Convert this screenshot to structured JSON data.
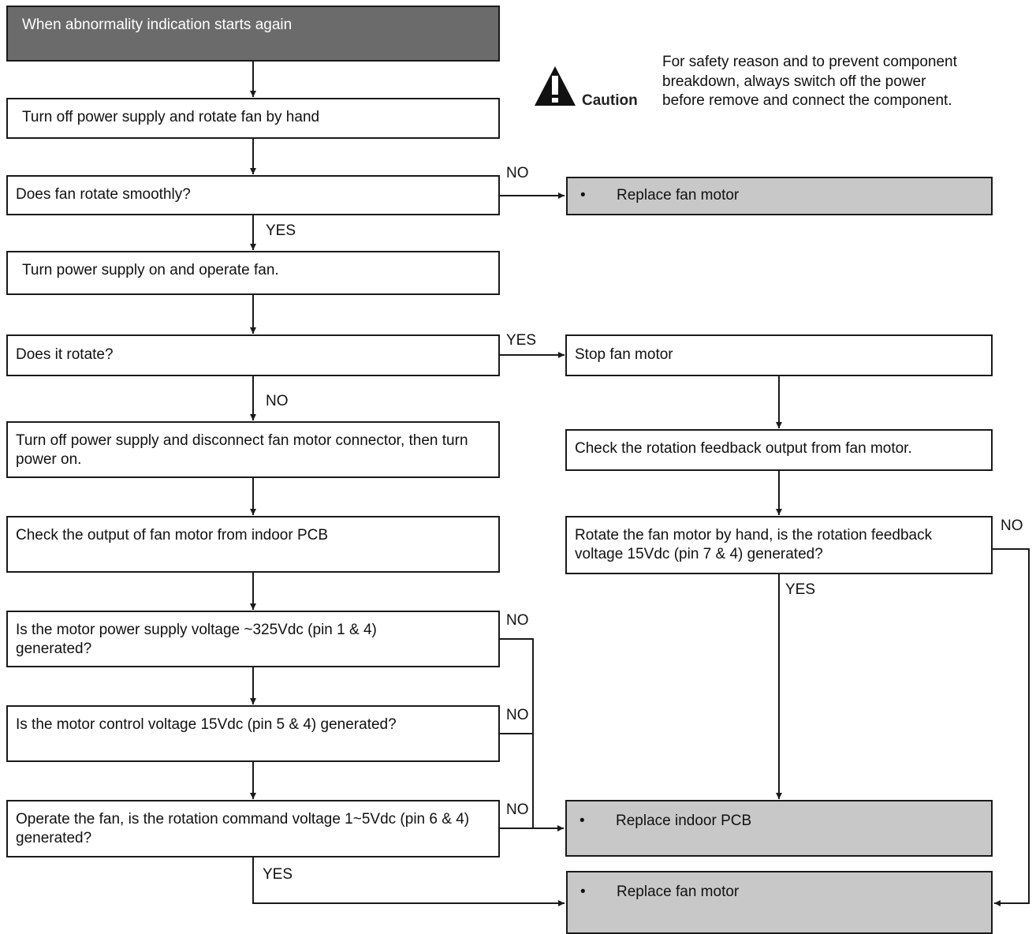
{
  "caution": {
    "icon": "warning-triangle-icon",
    "label": "Caution",
    "note": "For safety reason and to prevent component breakdown, always switch off the power before remove and connect the component."
  },
  "steps": {
    "start": "When abnormality indication starts again",
    "power_off_rotate": "Turn off power supply and rotate fan by hand",
    "q_rotate_smoothly": "Does fan rotate smoothly?",
    "power_on_operate": "Turn power supply on and operate fan.",
    "q_does_it_rotate": "Does it rotate?",
    "disconnect_connector": "Turn off power supply and disconnect fan motor connector, then turn power on.",
    "check_output": "Check the output of fan motor from indoor PCB",
    "q_power_supply_voltage": "Is the motor power supply voltage ~325Vdc (pin 1 & 4) generated?",
    "q_control_voltage": "Is the motor control voltage 15Vdc (pin 5 & 4) generated?",
    "q_rotation_command": "Operate the fan, is the rotation command voltage 1~5Vdc (pin 6 & 4) generated?",
    "stop_fan_motor": "Stop fan motor",
    "check_feedback": "Check the rotation feedback output from fan motor.",
    "q_feedback_voltage": "Rotate the fan motor by hand, is the rotation feedback voltage 15Vdc (pin 7 & 4) generated?"
  },
  "actions": {
    "bullet": "•",
    "replace_fan_motor_top": "Replace fan motor",
    "replace_indoor_pcb": "Replace indoor PCB",
    "replace_fan_motor_bottom": "Replace fan motor"
  },
  "labels": {
    "no_smooth": "NO",
    "yes_smooth": "YES",
    "yes_rotate": "YES",
    "no_rotate": "NO",
    "no_power_supply": "NO",
    "no_control": "NO",
    "no_command": "NO",
    "yes_command": "YES",
    "no_feedback": "NO",
    "yes_feedback": "YES"
  },
  "colors": {
    "start_fill": "#6b6b6b",
    "action_fill": "#c8c8c8",
    "line": "#1a1a1a"
  }
}
